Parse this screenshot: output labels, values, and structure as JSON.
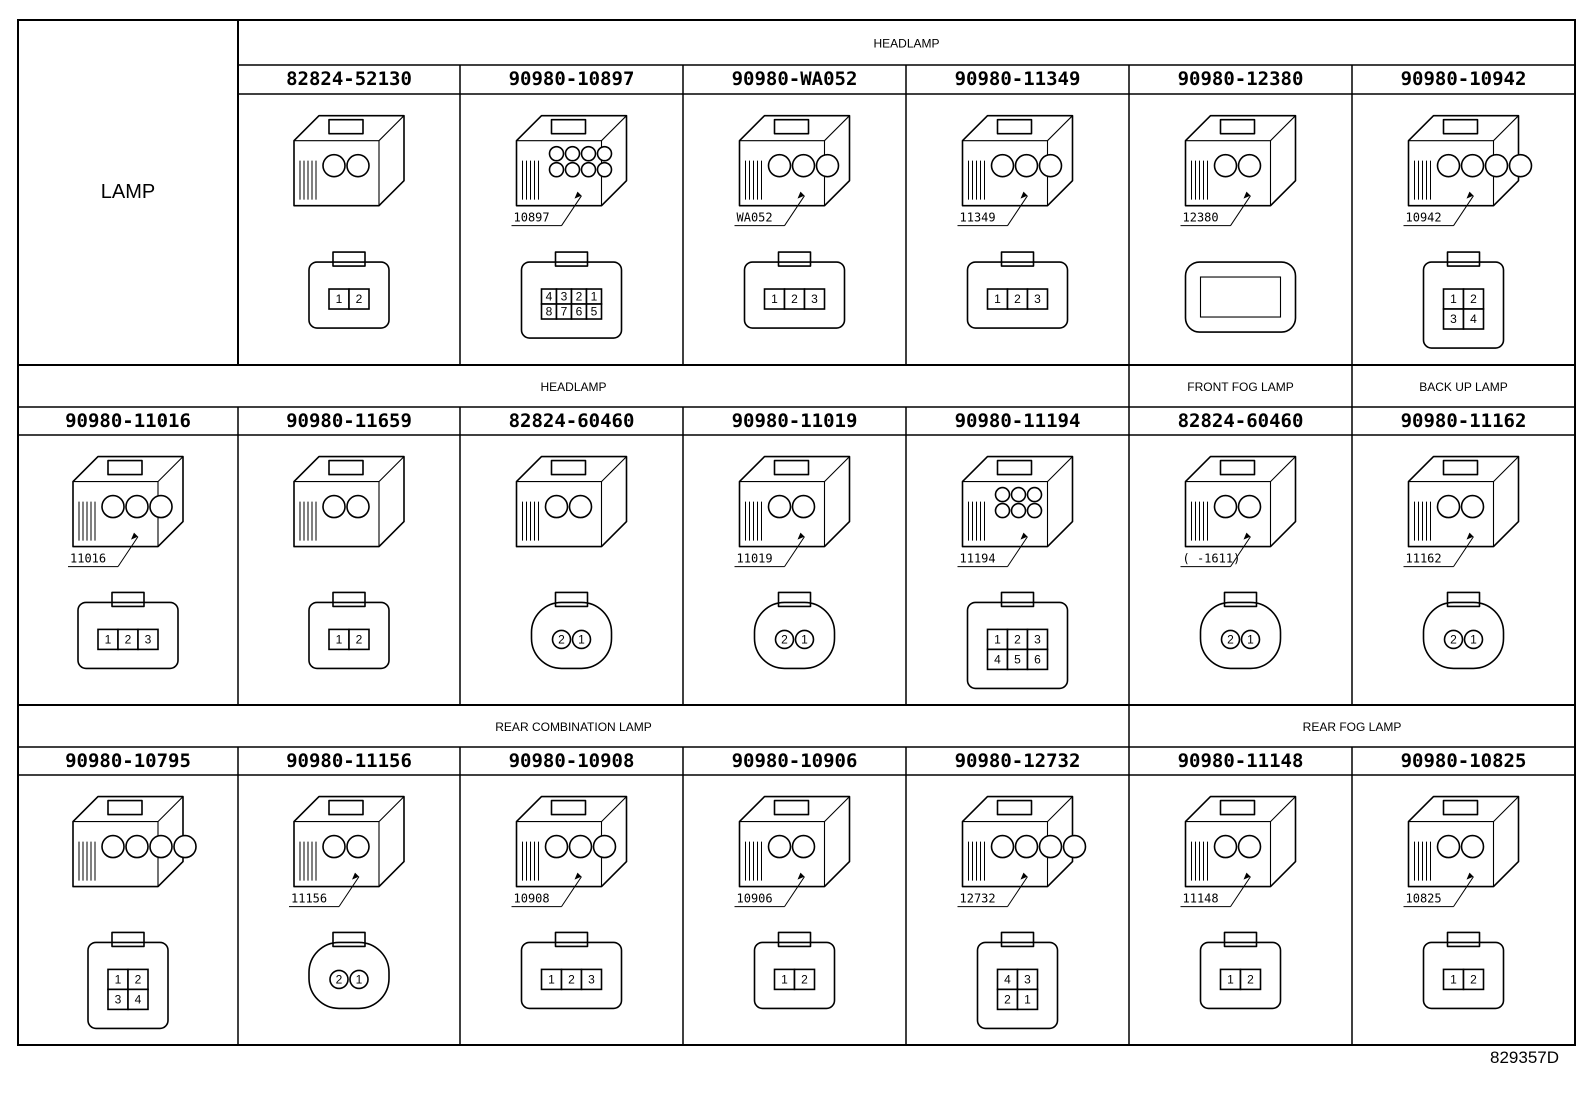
{
  "row_label": "LAMP",
  "figure_id": "829357D",
  "rows": [
    {
      "sections": [
        {
          "label": "HEADLAMP"
        }
      ],
      "connectors": [
        {
          "part": "82824-52130",
          "callout": "",
          "pins": [
            "1",
            "2"
          ]
        },
        {
          "part": "90980-10897",
          "callout": "10897",
          "pins": [
            "4",
            "3",
            "2",
            "1",
            "8",
            "7",
            "6",
            "5"
          ]
        },
        {
          "part": "90980-WA052",
          "callout": "WA052",
          "pins": [
            "1",
            "2",
            "3"
          ]
        },
        {
          "part": "90980-11349",
          "callout": "11349",
          "pins": [
            "1",
            "2",
            "3"
          ]
        },
        {
          "part": "90980-12380",
          "callout": "12380",
          "pins": []
        },
        {
          "part": "90980-10942",
          "callout": "10942",
          "pins": [
            "1",
            "2",
            "3",
            "4"
          ]
        }
      ]
    },
    {
      "sections": [
        {
          "label": "HEADLAMP"
        },
        {
          "label": "FRONT FOG LAMP"
        },
        {
          "label": "BACK UP LAMP"
        }
      ],
      "connectors": [
        {
          "part": "90980-11016",
          "callout": "11016",
          "pins": [
            "1",
            "2",
            "3"
          ]
        },
        {
          "part": "90980-11659",
          "callout": "",
          "pins": [
            "1",
            "2"
          ]
        },
        {
          "part": "82824-60460",
          "callout": "",
          "pins": [
            "2",
            "1"
          ]
        },
        {
          "part": "90980-11019",
          "callout": "11019",
          "pins": [
            "2",
            "1"
          ]
        },
        {
          "part": "90980-11194",
          "callout": "11194",
          "pins": [
            "1",
            "2",
            "3",
            "4",
            "5",
            "6"
          ]
        },
        {
          "part": "82824-60460",
          "callout": "(    -1611)",
          "pins": [
            "2",
            "1"
          ]
        },
        {
          "part": "90980-11162",
          "callout": "11162",
          "pins": [
            "2",
            "1"
          ]
        }
      ]
    },
    {
      "sections": [
        {
          "label": "REAR COMBINATION LAMP"
        },
        {
          "label": "REAR FOG LAMP"
        }
      ],
      "connectors": [
        {
          "part": "90980-10795",
          "callout": "",
          "pins": [
            "1",
            "2",
            "3",
            "4"
          ]
        },
        {
          "part": "90980-11156",
          "callout": "11156",
          "pins": [
            "2",
            "1"
          ]
        },
        {
          "part": "90980-10908",
          "callout": "10908",
          "pins": [
            "1",
            "2",
            "3"
          ]
        },
        {
          "part": "90980-10906",
          "callout": "10906",
          "pins": [
            "1",
            "2"
          ]
        },
        {
          "part": "90980-12732",
          "callout": "12732",
          "pins": [
            "4",
            "3",
            "2",
            "1"
          ]
        },
        {
          "part": "90980-11148",
          "callout": "11148",
          "pins": [
            "1",
            "2"
          ]
        },
        {
          "part": "90980-10825",
          "callout": "10825",
          "pins": [
            "1",
            "2"
          ]
        }
      ]
    }
  ]
}
